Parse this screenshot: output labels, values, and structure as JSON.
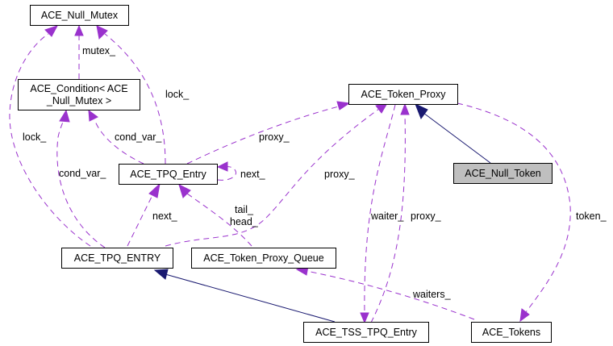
{
  "diagram": {
    "type": "collaboration-graph",
    "colors": {
      "usage_edge": "#9a32cd",
      "inheritance_edge": "#191970",
      "highlight_node_fill": "#bfbfbf",
      "node_fill": "#ffffff",
      "node_border": "#000000"
    },
    "nodes": {
      "null_mutex": "ACE_Null_Mutex",
      "condition_line1": "ACE_Condition< ACE",
      "condition_line2": "_Null_Mutex >",
      "tpq_entry": "ACE_TPQ_Entry",
      "tpq_entry_upper": "ACE_TPQ_ENTRY",
      "token_proxy_queue": "ACE_Token_Proxy_Queue",
      "token_proxy": "ACE_Token_Proxy",
      "null_token": "ACE_Null_Token",
      "tss_tpq_entry": "ACE_TSS_TPQ_Entry",
      "tokens": "ACE_Tokens"
    },
    "highlighted_node": "ACE_Null_Token",
    "edge_labels": {
      "mutex": "mutex_",
      "lock_right": "lock_",
      "lock_left": "lock_",
      "cond_var_upper": "cond_var_",
      "cond_var_left": "cond_var_",
      "proxy_upper": "proxy_",
      "proxy_mid": "proxy_",
      "next_self": "next_",
      "next_lower": "next_",
      "tail": "tail_",
      "head": "head_",
      "waiter": "waiter_",
      "proxy_tss": "proxy_",
      "waiters": "waiters_",
      "token": "token_"
    },
    "edges": [
      {
        "from": "ACE_Condition< ACE_Null_Mutex >",
        "to": "ACE_Null_Mutex",
        "kind": "usage",
        "label": "mutex_"
      },
      {
        "from": "ACE_TPQ_Entry",
        "to": "ACE_Null_Mutex",
        "kind": "usage",
        "label": "lock_"
      },
      {
        "from": "ACE_TPQ_ENTRY",
        "to": "ACE_Null_Mutex",
        "kind": "usage",
        "label": "lock_"
      },
      {
        "from": "ACE_TPQ_Entry",
        "to": "ACE_Condition< ACE_Null_Mutex >",
        "kind": "usage",
        "label": "cond_var_"
      },
      {
        "from": "ACE_TPQ_ENTRY",
        "to": "ACE_Condition< ACE_Null_Mutex >",
        "kind": "usage",
        "label": "cond_var_"
      },
      {
        "from": "ACE_TPQ_Entry",
        "to": "ACE_Token_Proxy",
        "kind": "usage",
        "label": "proxy_"
      },
      {
        "from": "ACE_TPQ_ENTRY",
        "to": "ACE_Token_Proxy",
        "kind": "usage",
        "label": "proxy_"
      },
      {
        "from": "ACE_TPQ_Entry",
        "to": "ACE_TPQ_Entry",
        "kind": "usage",
        "label": "next_"
      },
      {
        "from": "ACE_TPQ_ENTRY",
        "to": "ACE_TPQ_Entry",
        "kind": "usage",
        "label": "next_"
      },
      {
        "from": "ACE_Token_Proxy_Queue",
        "to": "ACE_TPQ_Entry",
        "kind": "usage",
        "label": "tail_ head_"
      },
      {
        "from": "ACE_Token_Proxy",
        "to": "ACE_TSS_TPQ_Entry",
        "kind": "usage",
        "label": "waiter_"
      },
      {
        "from": "ACE_TSS_TPQ_Entry",
        "to": "ACE_Token_Proxy",
        "kind": "usage",
        "label": "proxy_"
      },
      {
        "from": "ACE_Tokens",
        "to": "ACE_Token_Proxy_Queue",
        "kind": "usage",
        "label": "waiters_"
      },
      {
        "from": "ACE_Token_Proxy",
        "to": "ACE_Tokens",
        "kind": "usage",
        "label": "token_"
      },
      {
        "from": "ACE_Null_Token",
        "to": "ACE_Token_Proxy",
        "kind": "inheritance",
        "label": ""
      },
      {
        "from": "ACE_TSS_TPQ_Entry",
        "to": "ACE_TPQ_ENTRY",
        "kind": "inheritance",
        "label": ""
      }
    ]
  }
}
